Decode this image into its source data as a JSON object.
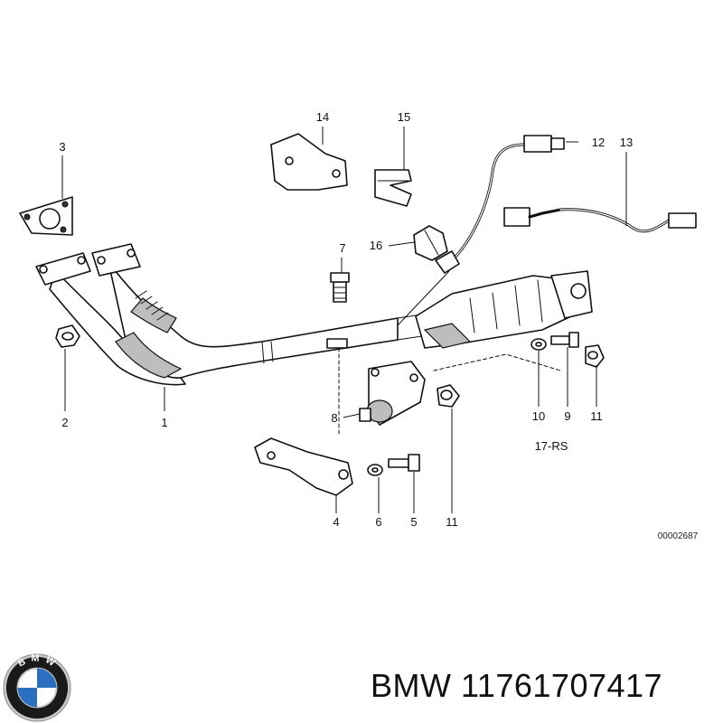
{
  "diagram": {
    "callouts": [
      "14",
      "15",
      "12",
      "13",
      "3",
      "7",
      "16",
      "1",
      "2",
      "8",
      "10",
      "9",
      "11",
      "17-RS",
      "4",
      "6",
      "5",
      "11"
    ],
    "code": "00002687"
  },
  "caption": {
    "brand": "BMW",
    "part_number": "11761707417"
  },
  "logo": {
    "letters": "BMW",
    "colors": {
      "ring": "#1a1a1a",
      "blue": "#2b6fc0",
      "white": "#ffffff",
      "silver": "#c9c9c9"
    }
  }
}
